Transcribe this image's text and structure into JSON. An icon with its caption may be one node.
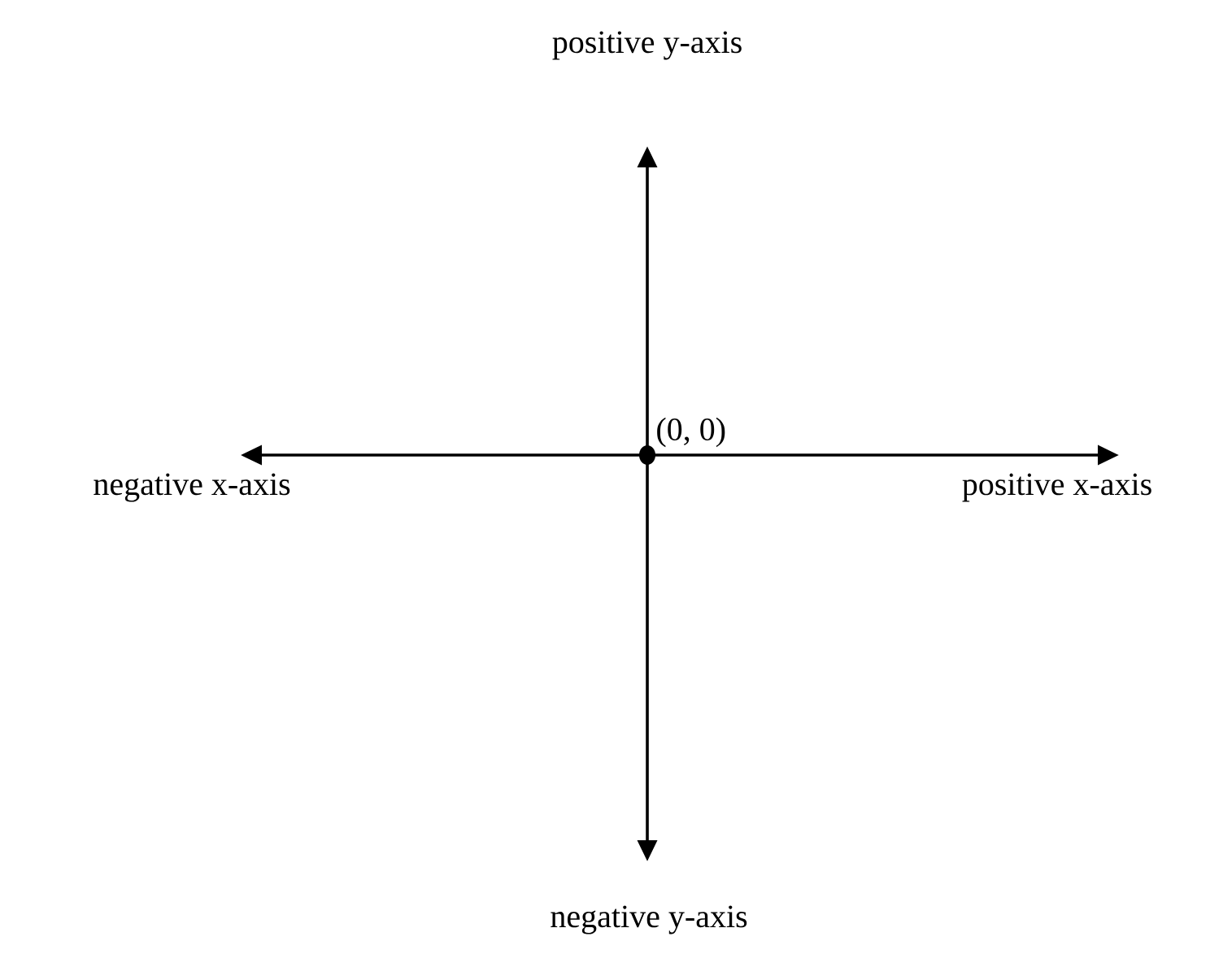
{
  "diagram": {
    "labels": [
      "positive  y-axis",
      "(0, 0)",
      "negative  x-axis",
      "positive  x-axis",
      "negative y-axis"
    ]
  }
}
